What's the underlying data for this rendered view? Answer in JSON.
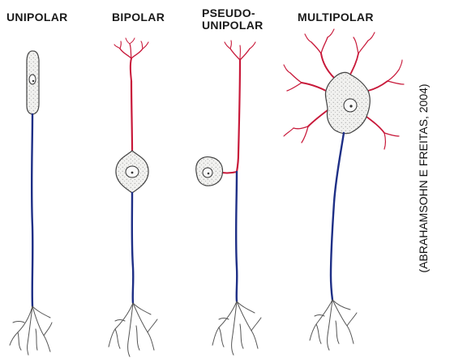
{
  "labels": {
    "unipolar": "UNIPOLAR",
    "bipolar": "BIPOLAR",
    "pseudo_line1": "PSEUDO-",
    "pseudo_line2": "UNIPOLAR",
    "multipolar": "MULTIPOLAR"
  },
  "credit": "(ABRAHAMSOHN E FREITAS, 2004)",
  "colors": {
    "axon": "#1e2f86",
    "dendrite": "#c8193a",
    "outline": "#444444"
  }
}
